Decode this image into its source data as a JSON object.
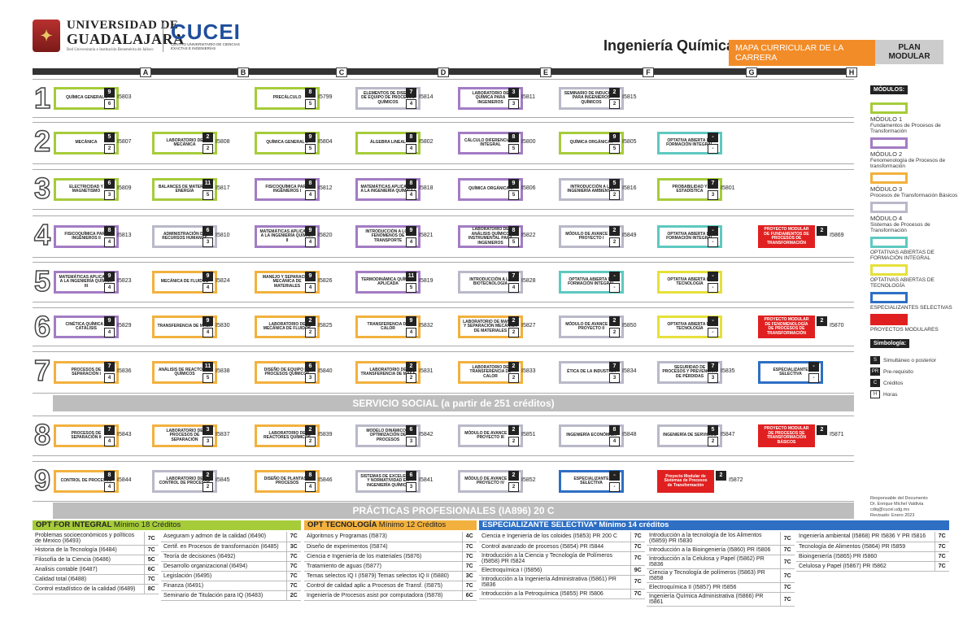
{
  "header": {
    "univ_line1": "UNIVERSIDAD DE",
    "univ_line2": "GUADALAJARA",
    "univ_line3": "Red Universitaria e Institución Benemérita de Jalisco",
    "cucei": "CUCEI",
    "cucei_sub": "CENTRO UNIVERSITARIO DE CIENCIAS EXACTAS E INGENIERÍAS",
    "title": "Ingeniería Química",
    "mapa": "MAPA CURRICULAR DE LA CARRERA",
    "plan": "PLAN MODULAR"
  },
  "columns": [
    "A",
    "B",
    "C",
    "D",
    "E",
    "F",
    "G",
    "H"
  ],
  "semesters": [
    "1",
    "2",
    "3",
    "4",
    "5",
    "6",
    "7",
    "8",
    "9"
  ],
  "servicio": "SERVICIO SOCIAL (a partir de 251 créditos)",
  "practicas": "PRÁCTICAS PROFESIONALES (IA896)  20 C",
  "courses": [
    {
      "n": "QUÍMICA GENERAL I",
      "c": "9",
      "h": "6",
      "k": "I5803",
      "m": "c1"
    },
    {
      "n": "PRECÁLCULO",
      "c": "8",
      "h": "5",
      "k": "I5799",
      "m": "c1"
    },
    {
      "n": "ELEMENTOS DE DISEÑO DE EQUIPO DE PROCESOS QUÍMICOS",
      "c": "7",
      "h": "4",
      "k": "I5814",
      "m": "c4"
    },
    {
      "n": "LABORATORIO DE QUÍMICA PARA INGENIEROS",
      "c": "3",
      "h": "3",
      "k": "I5811",
      "m": "c2"
    },
    {
      "n": "SEMINARIO DE INDUCCIÓN PARA INGENIEROS QUÍMICOS",
      "c": "2",
      "h": "2",
      "k": "I5815",
      "m": "c4"
    },
    {
      "n": "MECÁNICA",
      "c": "5",
      "h": "2",
      "k": "I5807",
      "m": "c1"
    },
    {
      "n": "LABORATORIO DE MECÁNICA",
      "c": "2",
      "h": "2",
      "k": "I5808",
      "m": "c1"
    },
    {
      "n": "QUÍMICA GENERAL II",
      "c": "9",
      "h": "5",
      "k": "I5804",
      "m": "c1"
    },
    {
      "n": "ÁLGEBRA LINEAL",
      "c": "8",
      "h": "4",
      "k": "I5802",
      "m": "c1"
    },
    {
      "n": "CÁLCULO DIFERENCIAL E INTEGRAL",
      "c": "8",
      "h": "5",
      "k": "I5800",
      "m": "c2"
    },
    {
      "n": "QUÍMICA ORGÁNICA I",
      "c": "9",
      "h": "5",
      "k": "I5805",
      "m": "c1"
    },
    {
      "n": "OPTATIVA ABIERTA DE FORMACIÓN INTEGRAL",
      "c": "-",
      "h": "-",
      "k": "",
      "m": "c5"
    },
    {
      "n": "ELECTRICIDAD Y MAGNETISMO",
      "c": "6",
      "h": "3",
      "k": "I5809",
      "m": "c1"
    },
    {
      "n": "BALANCES DE MATERIA Y ENERGÍA",
      "c": "11",
      "h": "5",
      "k": "I5817",
      "m": "c1"
    },
    {
      "n": "FISICOQUÍMICA PARA INGENIEROS I",
      "c": "8",
      "h": "4",
      "k": "I5812",
      "m": "c2"
    },
    {
      "n": "MATEMÁTICAS APLICADAS A LA INGENIERÍA QUÍMICA I",
      "c": "8",
      "h": "4",
      "k": "I5818",
      "m": "c2"
    },
    {
      "n": "QUÍMICA ORGÁNICA II",
      "c": "9",
      "h": "5",
      "k": "I5806",
      "m": "c2"
    },
    {
      "n": "INTRODUCCIÓN A LA INGENIERÍA AMBIENTAL",
      "c": "5",
      "h": "2",
      "k": "I5816",
      "m": "c4"
    },
    {
      "n": "PROBABILIDAD Y ESTADÍSTICA",
      "c": "7",
      "h": "3",
      "k": "I5801",
      "m": "c1"
    },
    {
      "n": "FISICOQUÍMICA PARA INGENIEROS II",
      "c": "8",
      "h": "4",
      "k": "I5813",
      "m": "c2"
    },
    {
      "n": "ADMINISTRACIÓN DE RECURSOS HUMANOS",
      "c": "6",
      "h": "3",
      "k": "I5810",
      "m": "c4"
    },
    {
      "n": "MATEMÁTICAS APLICADAS A LA INGENIERÍA QUÍMICA II",
      "c": "9",
      "h": "4",
      "k": "I5820",
      "m": "c2"
    },
    {
      "n": "INTRODUCCIÓN A LOS FENÓMENOS DE TRANSPORTE",
      "c": "9",
      "h": "4",
      "k": "I5821",
      "m": "c2"
    },
    {
      "n": "LABORATORIO DE ANÁLISIS QUÍMICO INSTRUMENTAL PARA INGENIEROS",
      "c": "8",
      "h": "5",
      "k": "I5822",
      "m": "c2"
    },
    {
      "n": "MÓDULO DE AVANCE DEL PROYECTO I",
      "c": "2",
      "h": "2",
      "k": "I5849",
      "m": "c4"
    },
    {
      "n": "OPTATIVA ABIERTA DE FORMACIÓN INTEGRAL",
      "c": "-",
      "h": "-",
      "k": "",
      "m": "c5"
    },
    {
      "n": "PROYECTO MODULAR DE FUNDAMENTOS DE PROCESOS DE TRANSFORMACIÓN",
      "c": "2",
      "h": "",
      "k": "I5869",
      "m": "c8"
    },
    {
      "n": "MATEMÁTICAS APLICADAS A LA INGENIERÍA QUÍMICA III",
      "c": "9",
      "h": "4",
      "k": "I5823",
      "m": "c2"
    },
    {
      "n": "MECÁNICA DE FLUIDOS",
      "c": "9",
      "h": "4",
      "k": "I5824",
      "m": "c3"
    },
    {
      "n": "MANEJO Y SEPARACIÓN MECÁNICA DE MATERIALES",
      "c": "9",
      "h": "4",
      "k": "I5826",
      "m": "c3"
    },
    {
      "n": "TERMODINÁMICA QUÍMICA APLICADA",
      "c": "11",
      "h": "5",
      "k": "I5819",
      "m": "c2"
    },
    {
      "n": "INTRODUCCIÓN A LA BIOTECNOLOGÍA",
      "c": "7",
      "h": "4",
      "k": "I5828",
      "m": "c4"
    },
    {
      "n": "OPTATIVA ABIERTA DE FORMACIÓN INTEGRAL",
      "c": "-",
      "h": "-",
      "k": "",
      "m": "c5"
    },
    {
      "n": "OPTATIVA ABIERTA DE TECNOLOGÍA",
      "c": "-",
      "h": "-",
      "k": "",
      "m": "c6"
    },
    {
      "n": "CINÉTICA QUÍMICA Y CATÁLISIS",
      "c": "9",
      "h": "4",
      "k": "I5829",
      "m": "c2"
    },
    {
      "n": "TRANSFERENCIA DE MASA",
      "c": "9",
      "h": "4",
      "k": "I5830",
      "m": "c3"
    },
    {
      "n": "LABORATORIO DE MECÁNICA DE FLUIDOS",
      "c": "2",
      "h": "2",
      "k": "I5825",
      "m": "c3"
    },
    {
      "n": "TRANSFERENCIA DE CALOR",
      "c": "9",
      "h": "4",
      "k": "I5832",
      "m": "c3"
    },
    {
      "n": "LABORATORIO DE MANEJO Y SEPARACIÓN MECÁNICA DE MATERIALES",
      "c": "2",
      "h": "2",
      "k": "I5827",
      "m": "c3"
    },
    {
      "n": "MÓDULO DE AVANCE DEL PROYECTO II",
      "c": "2",
      "h": "2",
      "k": "I5850",
      "m": "c4"
    },
    {
      "n": "OPTATIVA ABIERTA DE TECNOLOGÍA",
      "c": "-",
      "h": "-",
      "k": "",
      "m": "c6"
    },
    {
      "n": "PROYECTO MODULAR DE FENOMENOLOGÍA DE PROCESOS DE TRANSFORMACIÓN",
      "c": "2",
      "h": "",
      "k": "I5870",
      "m": "c8"
    },
    {
      "n": "PROCESOS DE SEPARACIÓN I",
      "c": "7",
      "h": "4",
      "k": "I5836",
      "m": "c3"
    },
    {
      "n": "ANÁLISIS DE REACTORES QUÍMICOS",
      "c": "11",
      "h": "5",
      "k": "I5838",
      "m": "c3"
    },
    {
      "n": "DISEÑO DE EQUIPO DE PROCESOS QUÍMICOS",
      "c": "6",
      "h": "3",
      "k": "I5840",
      "m": "c3"
    },
    {
      "n": "LABORATORIO DE TRANSFERENCIA DE MASA",
      "c": "2",
      "h": "2",
      "k": "I5831",
      "m": "c3"
    },
    {
      "n": "LABORATORIO DE TRANSFERENCIA DE CALOR",
      "c": "2",
      "h": "2",
      "k": "I5833",
      "m": "c3"
    },
    {
      "n": "ÉTICA DE LA INDUSTRIA",
      "c": "7",
      "h": "3",
      "k": "I5834",
      "m": "c4"
    },
    {
      "n": "SEGURIDAD DE PROCESOS Y PREVENCIÓN DE PÉRDIDAS",
      "c": "7",
      "h": "3",
      "k": "I5835",
      "m": "c4"
    },
    {
      "n": "ESPECIALIZANTE SELECTIVA",
      "c": "-",
      "h": "-",
      "k": "",
      "m": "c7"
    },
    {
      "n": "PROCESOS DE SEPARACIÓN II",
      "c": "7",
      "h": "4",
      "k": "I5843",
      "m": "c3"
    },
    {
      "n": "LABORATORIO DE PROCESOS DE SEPARACIÓN",
      "c": "3",
      "h": "3",
      "k": "I5837",
      "m": "c3"
    },
    {
      "n": "LABORATORIO DE REACTORES QUÍMICOS",
      "c": "2",
      "h": "2",
      "k": "I5839",
      "m": "c3"
    },
    {
      "n": "MODELO DINÁMICO Y OPTIMIZACIÓN DE PROCESOS",
      "c": "6",
      "h": "3",
      "k": "I5842",
      "m": "c4"
    },
    {
      "n": "MÓDULO DE AVANCE DEL PROYECTO III",
      "c": "2",
      "h": "2",
      "k": "I5851",
      "m": "c4"
    },
    {
      "n": "INGENIERÍA ECONÓMICA",
      "c": "8",
      "h": "4",
      "k": "I5848",
      "m": "c4"
    },
    {
      "n": "INGENIERÍA DE SERVICIOS",
      "c": "5",
      "h": "2",
      "k": "I5847",
      "m": "c4"
    },
    {
      "n": "PROYECTO MODULAR DE PROCESOS DE TRANSFORMACIÓN BÁSICOS",
      "c": "2",
      "h": "",
      "k": "I5871",
      "m": "c8"
    },
    {
      "n": "CONTROL DE PROCESOS",
      "c": "8",
      "h": "4",
      "k": "I5844",
      "m": "c3"
    },
    {
      "n": "LABORATORIO DE CONTROL DE PROCESOS",
      "c": "2",
      "h": "2",
      "k": "I5845",
      "m": "c4"
    },
    {
      "n": "DISEÑO DE PLANTAS Y PROCESOS",
      "c": "8",
      "h": "4",
      "k": "I5846",
      "m": "c3"
    },
    {
      "n": "SISTEMAS DE EXCELENCIA Y NORMATIVIDAD EN INGENIERÍA QUÍMICA",
      "c": "6",
      "h": "3",
      "k": "I5841",
      "m": "c4"
    },
    {
      "n": "MÓDULO DE AVANCE DEL PROYECTO IV",
      "c": "2",
      "h": "2",
      "k": "I5852",
      "m": "c4"
    },
    {
      "n": "ESPECIALIZANTE SELECTIVA",
      "c": "-",
      "h": "-",
      "k": "",
      "m": "c7"
    },
    {
      "n": "Proyecto Modular de Sistemas de Procesos de Transformación",
      "c": "2",
      "h": "",
      "k": "I5872",
      "m": "c8"
    }
  ],
  "legend": {
    "title": "MÓDULOS:",
    "m1": "MÓDULO 1",
    "m1d": "Fundamentos de Procesos de Transformación",
    "m2": "MÓDULO 2",
    "m2d": "Fenomenología de Procesos de transformación",
    "m3": "MÓDULO 3",
    "m3d": "Procesos de Transformación Básicos",
    "m4": "MÓDULO 4",
    "m4d": "Sistemas de Procesos de Transformación",
    "o1": "OPTATIVAS ABIERTAS DE FORMACIÓN INTEGRAL",
    "o2": "OPTATIVAS ABIERTAS DE TECNOLOGÍA",
    "o3": "ESPECIALIZANTES SELECTIVAS",
    "o4": "PROYECTOS MODULARES",
    "sim": "Simbología:",
    "s1": "Simultáneo o posterior",
    "s2": "Pre-requisito",
    "s3": "Créditos",
    "s4": "Horas",
    "resp1": "Responsable del Documento",
    "resp2": "Dr. Enrique Michel Valdivia",
    "resp3": "cdiq@cucei.udg.mx",
    "resp4": "Revisado: Enero 2023"
  },
  "opt": {
    "fi_title": "OPT FOR INTEGRAL",
    "fi_min": "Mínimo 18 Créditos",
    "fi_a": [
      [
        "Problemas socioeconómicos y políticos de Mexico (I6493)",
        "7C"
      ],
      [
        "Historia de la Tecnología (I6484)",
        "7C"
      ],
      [
        "Filosofía de la Ciencia (I6486)",
        "5C"
      ],
      [
        "Analisis contable (I6487)",
        "6C"
      ],
      [
        "Calidad total (I6488)",
        "7C"
      ],
      [
        "Control estadístico de la calidad (I6489)",
        "8C"
      ]
    ],
    "fi_b": [
      [
        "Aseguram y admon de la calidad (I6490)",
        "7C"
      ],
      [
        "Certif. en Procesos de transformación (I6485)",
        "3C"
      ],
      [
        "Teoría de decisiones  (I6492)",
        "7C"
      ],
      [
        "Desarrollo organizacional (I6494)",
        "7C"
      ],
      [
        "Legislación (I6495)",
        "7C"
      ],
      [
        "Finanza  (I6491)",
        "7C"
      ],
      [
        "Seminario de Titulación para IQ (I6483)",
        "2C"
      ]
    ],
    "te_title": "OPT TECNOLOGÍA",
    "te_min": "Mínimo 12 Créditos",
    "te": [
      [
        "Algoritmos y Programas (I5873)",
        "4C"
      ],
      [
        "Diseño de experimentos (I5874)",
        "7C"
      ],
      [
        "Ciencia e Ingeniería de los materiales (I5876)",
        "7C"
      ],
      [
        "Tratamiento de aguas  (I5877)",
        "7C"
      ],
      [
        "Temas selectos IQ I (I5879)      Temas selectos IQ II (I5880)",
        "3C"
      ],
      [
        "Control de calidad aplic a Procesos de Transf. (I5875)",
        "7C"
      ],
      [
        "Ingeniería de Procesos asist por computadora (I5878)",
        "6C"
      ]
    ],
    "es_title": "ESPECIALIZANTE SELECTIVA* Mínimo 14 créditos",
    "es_a": [
      [
        "Ciencia e Ingeniería de los coloides (I5853) PR 200 C",
        "7C"
      ],
      [
        "Control avanzado de procesos (I5854) PR I5844",
        "7C"
      ],
      [
        "Introducción a la Ciencia y Tecnología de Polímeros (I5858) PR I5824",
        "7C"
      ],
      [
        "Electroquímica I (I5856)",
        "9C"
      ],
      [
        "Introducción a la Ingeniería Administrativa (I5861) PR I5836",
        "7C"
      ],
      [
        "Introducción a la Petroquímica (I5855) PR I5806",
        "7C"
      ]
    ],
    "es_b": [
      [
        "Introducción a la tecnología de los Alimentos (I5859) PR I5830",
        "7C"
      ],
      [
        "Introducción a la Bioingeniería (I5860) PR I5806",
        "7C"
      ],
      [
        "Introducción a la Celulosa y Papel (I5862) PR I5836",
        "7C"
      ],
      [
        "Ciencia y Tecnología de polímeros (I5863) PR I5858",
        "7C"
      ],
      [
        "Electroquímica II (I5857) PR I5856",
        "7C"
      ],
      [
        "Ingeniería Química Administrativa (I5866) PR I5861",
        "7C"
      ]
    ],
    "es_c": [
      [
        "Ingeniería ambiental (I5868) PR I5836 Y PR I5816",
        "7C"
      ],
      [
        "Tecnología de Alimentos (I5864) PR I5859",
        "7C"
      ],
      [
        "Bioingeniería (I5865) PR I5860",
        "7C"
      ],
      [
        "Celulosa y Papel (I5867) PR I5862",
        "7C"
      ]
    ]
  }
}
